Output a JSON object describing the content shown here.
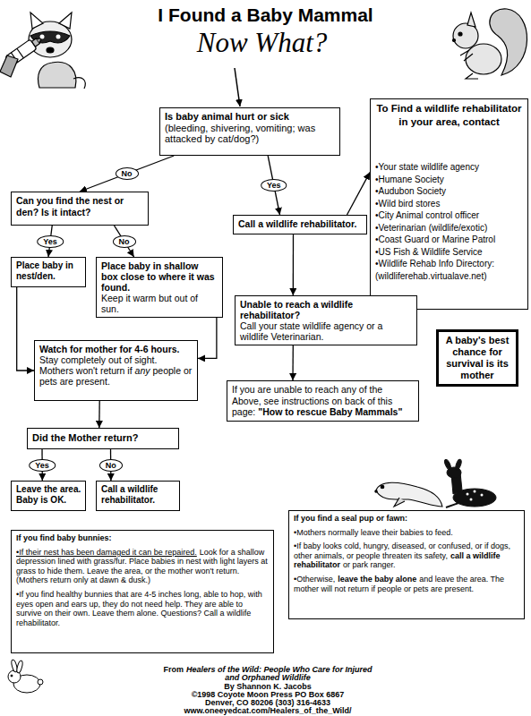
{
  "diagram": {
    "title": "I Found a Baby Mammal",
    "nodes": [
      {
        "text": [
          "Is baby animal hurt or sick",
          "(bleeding, shivering, vomiting; was attacked by cat/dog?)"
        ]
      },
      {
        "text": [
          "To Find a wildlife rehabilitator in your area, contact",
          "•Your state wildlife agency",
          "•Humane Society",
          "•Audubon Society",
          "•Wild bird stores",
          "•City Animal control officer",
          "•Veterinarian (wildlife/exotic)",
          "•Coast Guard or Marine Patrol",
          "•US Fish & Wildlife Service",
          "•Wildlife Rehab Info Directory: (wildliferehab.virtualave.net)"
        ]
      },
      {
        "text": [
          "Can you find the nest or den? Is it intact?"
        ]
      },
      {
        "text": [
          "Call a wildlife rehabilitator."
        ]
      },
      {
        "text": [
          "Place baby in nest/den."
        ]
      },
      {
        "text": [
          "Place baby in shallow box close to where it was found.",
          "Keep it warm but out of sun."
        ]
      },
      {
        "text": [
          "Unable to reach a wildlife rehabilitator?",
          "Call your state wildlife agency or a wildlife Veterinarian."
        ]
      },
      {
        "text": [
          "A baby's best chance for survival is its mother"
        ]
      },
      {
        "text": [
          "Watch for mother for 4-6 hours.",
          "Stay completely out of sight. Mothers won't return if",
          "any",
          "people or pets are present."
        ]
      },
      {
        "text": [
          "If you are unable to reach any of the Above, see instructions on back of this page:",
          "\"How to rescue Baby Mammals\""
        ]
      },
      {
        "text": [
          "Did the Mother return?"
        ]
      },
      {
        "text": [
          "Leave the area.",
          "Baby is OK."
        ]
      },
      {
        "text": [
          "Call a wildlife rehabilitator."
        ]
      },
      {
        "text": [
          "If you find baby bunnies:",
          "•If their nest has been damaged it can be repaired.",
          "Look for a shallow depression lined with grass/fur. Place babies in nest with light layers at grass to hide them. Leave the area, or the mother won't return. (Mothers return only at dawn & dusk.)",
          "•If you find healthy bunnies that are 4-5 inches long, able to hop, with eyes open and ears up, they do not need help. They are able to survive on their own. Leave them alone. Questions? Call a wildlife rehabilitator."
        ]
      },
      {
        "text": [
          "If you find a seal pup or fawn:",
          "•Mothers normally leave their babies to feed.",
          "•If baby looks cold, hungry, diseased, or confused, or if dogs, other animals, or people threaten its safety,",
          "call a wildlife rehabilitator",
          "or park ranger.",
          "•Otherwise,",
          "leave the baby alone",
          "and leave the area. The mother will not return if people or pets are present."
        ]
      }
    ],
    "edges": [
      {
        "from": 0,
        "to": 2,
        "label": "No",
        "arrow": "to"
      },
      {
        "from": 0,
        "to": 3,
        "label": "Yes",
        "arrow": "to"
      },
      {
        "from": 3,
        "to": 1,
        "arrow": "to"
      },
      {
        "from": 2,
        "to": 4,
        "label": "Yes",
        "arrow": "to"
      },
      {
        "from": 2,
        "to": 5,
        "label": "No",
        "arrow": "to"
      },
      {
        "from": 3,
        "to": 6,
        "arrow": "to"
      },
      {
        "from": 6,
        "to": 9,
        "arrow": "to"
      },
      {
        "from": 4,
        "to": 8,
        "arrow": "to"
      },
      {
        "from": 5,
        "to": 8,
        "arrow": "to"
      },
      {
        "from": 8,
        "to": 10,
        "arrow": "to"
      },
      {
        "from": 10,
        "to": 11,
        "label": "Yes",
        "arrow": "to"
      },
      {
        "from": 10,
        "to": 12,
        "label": "No",
        "arrow": "to"
      }
    ],
    "labels": [
      "Now What?",
      "From",
      "Healers of the Wild: People Who Care for Injured and Orphaned Wildlife",
      "By Shannon K. Jacobs",
      "©1998 Coyote Moon Press PO Box 6867",
      "Denver, CO 80206 (303) 316-4633",
      "www.oneeyedcat.com/Healers_of_the_Wild/"
    ]
  }
}
